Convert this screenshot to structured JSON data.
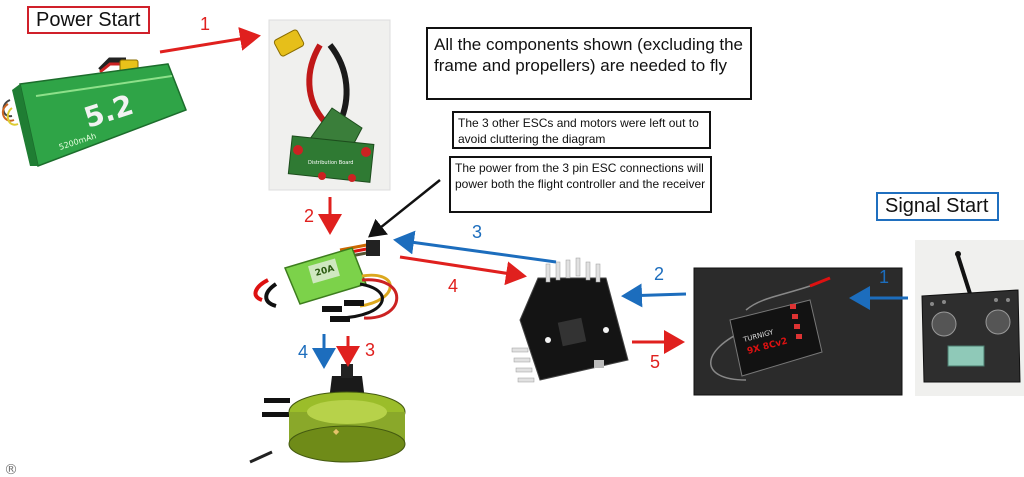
{
  "labels": {
    "power_start": "Power Start",
    "signal_start": "Signal Start"
  },
  "notes": {
    "main": "All the components shown (excluding the frame and propellers) are needed to fly",
    "others_left_out": "The 3 other ESCs and motors were left out to avoid cluttering the diagram",
    "esc_power": "The power from the 3 pin ESC connections will power both the flight controller and the receiver"
  },
  "power_steps": {
    "battery_to_board": "1",
    "board_to_esc": "2",
    "esc_to_motor": "3",
    "esc_to_fc": "4",
    "fc_to_receiver": "5"
  },
  "signal_steps": {
    "tx_to_receiver": "1",
    "receiver_to_fc": "2",
    "fc_to_esc": "3",
    "esc_to_motor": "4"
  },
  "battery_text": {
    "capacity": "5.2",
    "mah": "5200mAh"
  },
  "board_text": "Distribution Board",
  "esc_text": "20A",
  "receiver_text": {
    "brand": "TURNIGY",
    "model": "9X 8Cv2"
  },
  "colors": {
    "power": "#e0201e",
    "signal": "#1c6dbd",
    "pointer": "#111111"
  }
}
